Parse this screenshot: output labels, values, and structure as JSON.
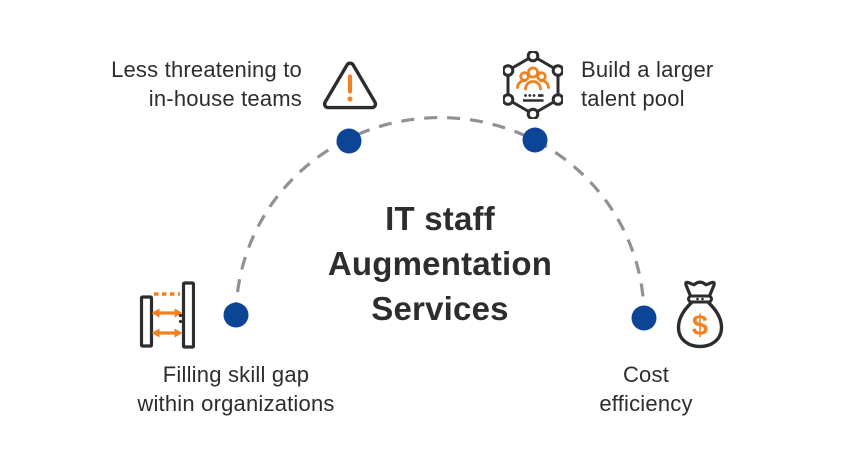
{
  "title": "IT staff\nAugmentation\nServices",
  "items": [
    {
      "id": "less-threatening",
      "label": "Less threatening to\nin-house teams",
      "icon": "warning-triangle-icon",
      "position": "top-left"
    },
    {
      "id": "talent-pool",
      "label": "Build a larger\ntalent pool",
      "icon": "talent-network-icon",
      "position": "top-right"
    },
    {
      "id": "skill-gap",
      "label": "Filling skill gap\nwithin organizations",
      "icon": "skill-gap-bars-icon",
      "position": "bottom-left"
    },
    {
      "id": "cost-efficiency",
      "label": "Cost\nefficiency",
      "icon": "money-bag-icon",
      "position": "bottom-right"
    }
  ],
  "icons": {
    "money_bag_symbol": "$"
  },
  "colors": {
    "accent_blue": "#0d4596",
    "accent_orange": "#f08122",
    "icon_dark": "#2d2d30",
    "arc_gray": "#909196",
    "text": "#2d2d30"
  }
}
